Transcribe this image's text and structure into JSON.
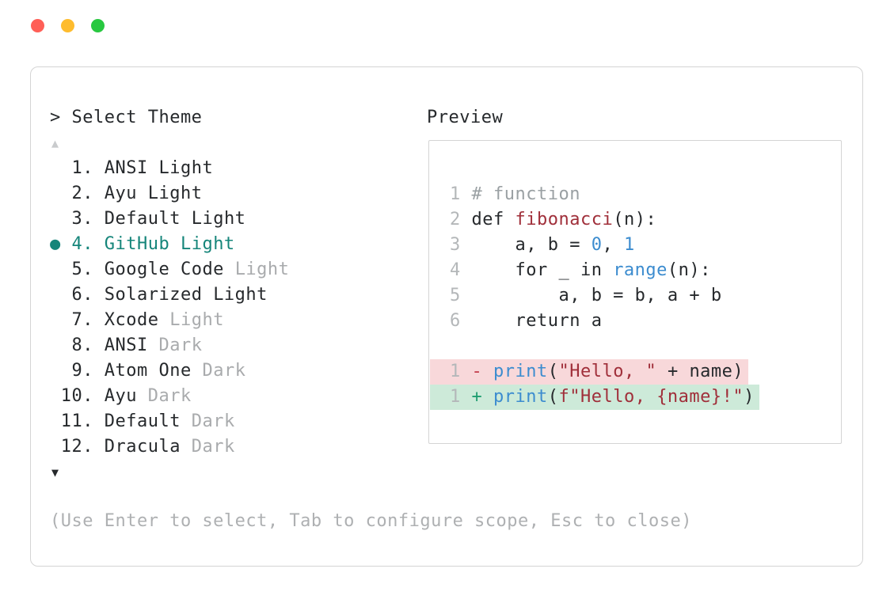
{
  "window": {
    "controls": [
      "close",
      "minimize",
      "zoom"
    ]
  },
  "panel": {
    "prompt": "> Select Theme",
    "preview_label": "Preview",
    "scroll_up_glyph": "▲",
    "scroll_down_glyph": "▼",
    "selected_marker": "●",
    "hint": "(Use Enter to select, Tab to configure scope, Esc to close)",
    "items": [
      {
        "number": 1,
        "name": "ANSI",
        "suffix": "Light",
        "suffix_muted": false,
        "selected": false
      },
      {
        "number": 2,
        "name": "Ayu",
        "suffix": "Light",
        "suffix_muted": false,
        "selected": false
      },
      {
        "number": 3,
        "name": "Default",
        "suffix": "Light",
        "suffix_muted": false,
        "selected": false
      },
      {
        "number": 4,
        "name": "GitHub",
        "suffix": "Light",
        "suffix_muted": false,
        "selected": true
      },
      {
        "number": 5,
        "name": "Google Code",
        "suffix": "Light",
        "suffix_muted": true,
        "selected": false
      },
      {
        "number": 6,
        "name": "Solarized",
        "suffix": "Light",
        "suffix_muted": false,
        "selected": false
      },
      {
        "number": 7,
        "name": "Xcode",
        "suffix": "Light",
        "suffix_muted": true,
        "selected": false
      },
      {
        "number": 8,
        "name": "ANSI",
        "suffix": "Dark",
        "suffix_muted": true,
        "selected": false
      },
      {
        "number": 9,
        "name": "Atom One",
        "suffix": "Dark",
        "suffix_muted": true,
        "selected": false
      },
      {
        "number": 10,
        "name": "Ayu",
        "suffix": "Dark",
        "suffix_muted": true,
        "selected": false
      },
      {
        "number": 11,
        "name": "Default",
        "suffix": "Dark",
        "suffix_muted": true,
        "selected": false
      },
      {
        "number": 12,
        "name": "Dracula",
        "suffix": "Dark",
        "suffix_muted": true,
        "selected": false
      }
    ]
  },
  "preview": {
    "code_lines": [
      {
        "tokens": [
          [
            "ln",
            "1 "
          ],
          [
            "cm",
            "# function"
          ]
        ]
      },
      {
        "tokens": [
          [
            "ln",
            "2 "
          ],
          [
            "pl",
            "def "
          ],
          [
            "fn",
            "fibonacci"
          ],
          [
            "pl",
            "(n):"
          ]
        ]
      },
      {
        "tokens": [
          [
            "ln",
            "3 "
          ],
          [
            "pl",
            "    a, b = "
          ],
          [
            "num",
            "0"
          ],
          [
            "pl",
            ", "
          ],
          [
            "num",
            "1"
          ]
        ]
      },
      {
        "tokens": [
          [
            "ln",
            "4 "
          ],
          [
            "pl",
            "    for _ in "
          ],
          [
            "bi",
            "range"
          ],
          [
            "pl",
            "(n):"
          ]
        ]
      },
      {
        "tokens": [
          [
            "ln",
            "5 "
          ],
          [
            "pl",
            "        a, b = b, a + b"
          ]
        ]
      },
      {
        "tokens": [
          [
            "ln",
            "6 "
          ],
          [
            "pl",
            "    return a"
          ]
        ]
      },
      {
        "tokens": []
      },
      {
        "bg": "removed",
        "tokens": [
          [
            "ln",
            "1 "
          ],
          [
            "del",
            "- "
          ],
          [
            "bi",
            "print"
          ],
          [
            "pl",
            "("
          ],
          [
            "str",
            "\"Hello, \""
          ],
          [
            "pl",
            " + name)"
          ]
        ]
      },
      {
        "bg": "added",
        "tokens": [
          [
            "ln",
            "1 "
          ],
          [
            "add",
            "+ "
          ],
          [
            "bi",
            "print"
          ],
          [
            "pl",
            "("
          ],
          [
            "str",
            "f\"Hello, {name}!\""
          ],
          [
            "pl",
            ")"
          ]
        ]
      }
    ]
  },
  "colors": {
    "text_black": "#26292c",
    "selected_teal": "#15857a",
    "muted_gray": "#a9abad",
    "hint_gray": "#aeb0b2",
    "line_number_gray": "#b4b7b9",
    "comment_gray": "#9aa0a3",
    "maroon": "#a02f3a",
    "blue": "#3c8ccf",
    "diff_removed_bg": "#f8d8da",
    "diff_added_bg": "#cdead9",
    "diff_minus_red": "#c43d4b",
    "diff_plus_green": "#1f9d70",
    "border_gray": "#d4d4d4",
    "scroll_up_gray": "#c9cbcd",
    "traffic_red": "#ff5f57",
    "traffic_yellow": "#febc2e",
    "traffic_green": "#28c840"
  }
}
